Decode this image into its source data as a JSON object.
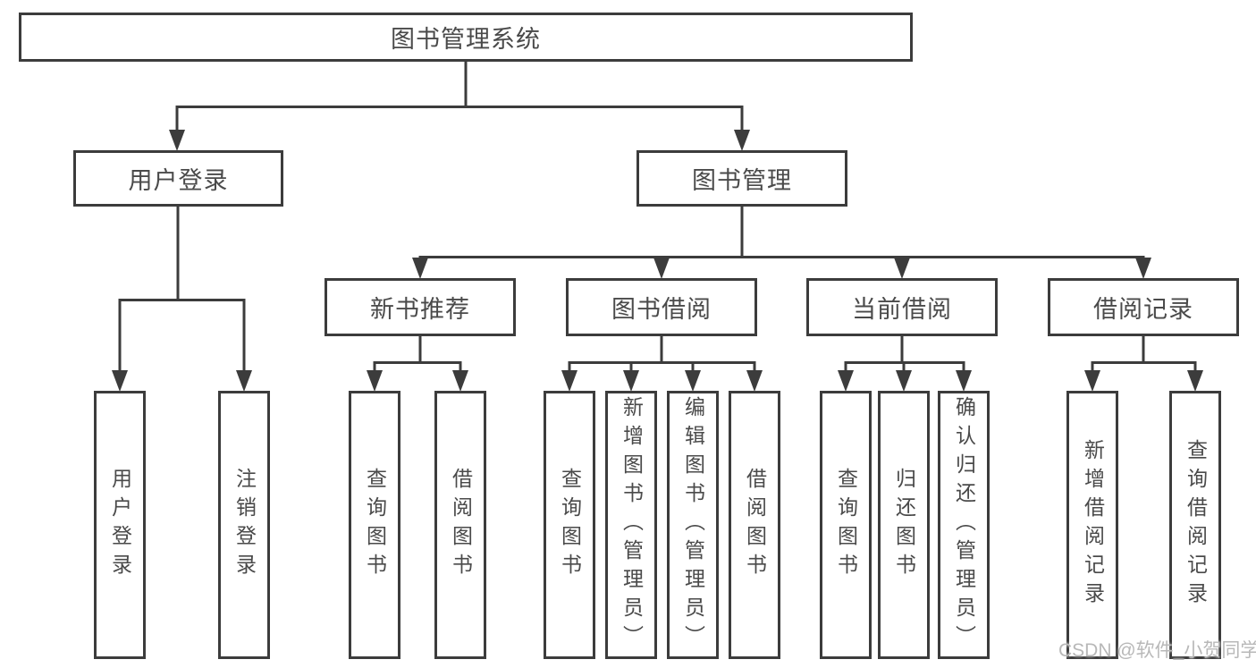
{
  "diagram": {
    "type": "hierarchy-tree",
    "colors": {
      "line": "#3c3c3c",
      "box_border": "#3c3c3c",
      "text": "#4a4a4a",
      "background": "#ffffff",
      "watermark": "#b8b8b8"
    },
    "nodes": {
      "root": {
        "label": "图书管理系统"
      },
      "user_login": {
        "label": "用户登录"
      },
      "book_management": {
        "label": "图书管理"
      },
      "user_login_children": [
        {
          "label": "用户登录"
        },
        {
          "label": "注销登录"
        }
      ],
      "book_management_children": [
        {
          "label": "新书推荐"
        },
        {
          "label": "图书借阅"
        },
        {
          "label": "当前借阅"
        },
        {
          "label": "借阅记录"
        }
      ],
      "new_book_children": [
        {
          "label": "查询图书"
        },
        {
          "label": "借阅图书"
        }
      ],
      "book_borrow_children": [
        {
          "label": "查询图书"
        },
        {
          "label": "新增图书（管理员）"
        },
        {
          "label": "编辑图书（管理员）"
        },
        {
          "label": "借阅图书"
        }
      ],
      "current_borrow_children": [
        {
          "label": "查询图书"
        },
        {
          "label": "归还图书"
        },
        {
          "label": "确认归还（管理员）"
        }
      ],
      "borrow_record_children": [
        {
          "label": "新增借阅记录"
        },
        {
          "label": "查询借阅记录"
        }
      ]
    }
  },
  "watermark": {
    "text": "CSDN @软件_小贺同学"
  }
}
